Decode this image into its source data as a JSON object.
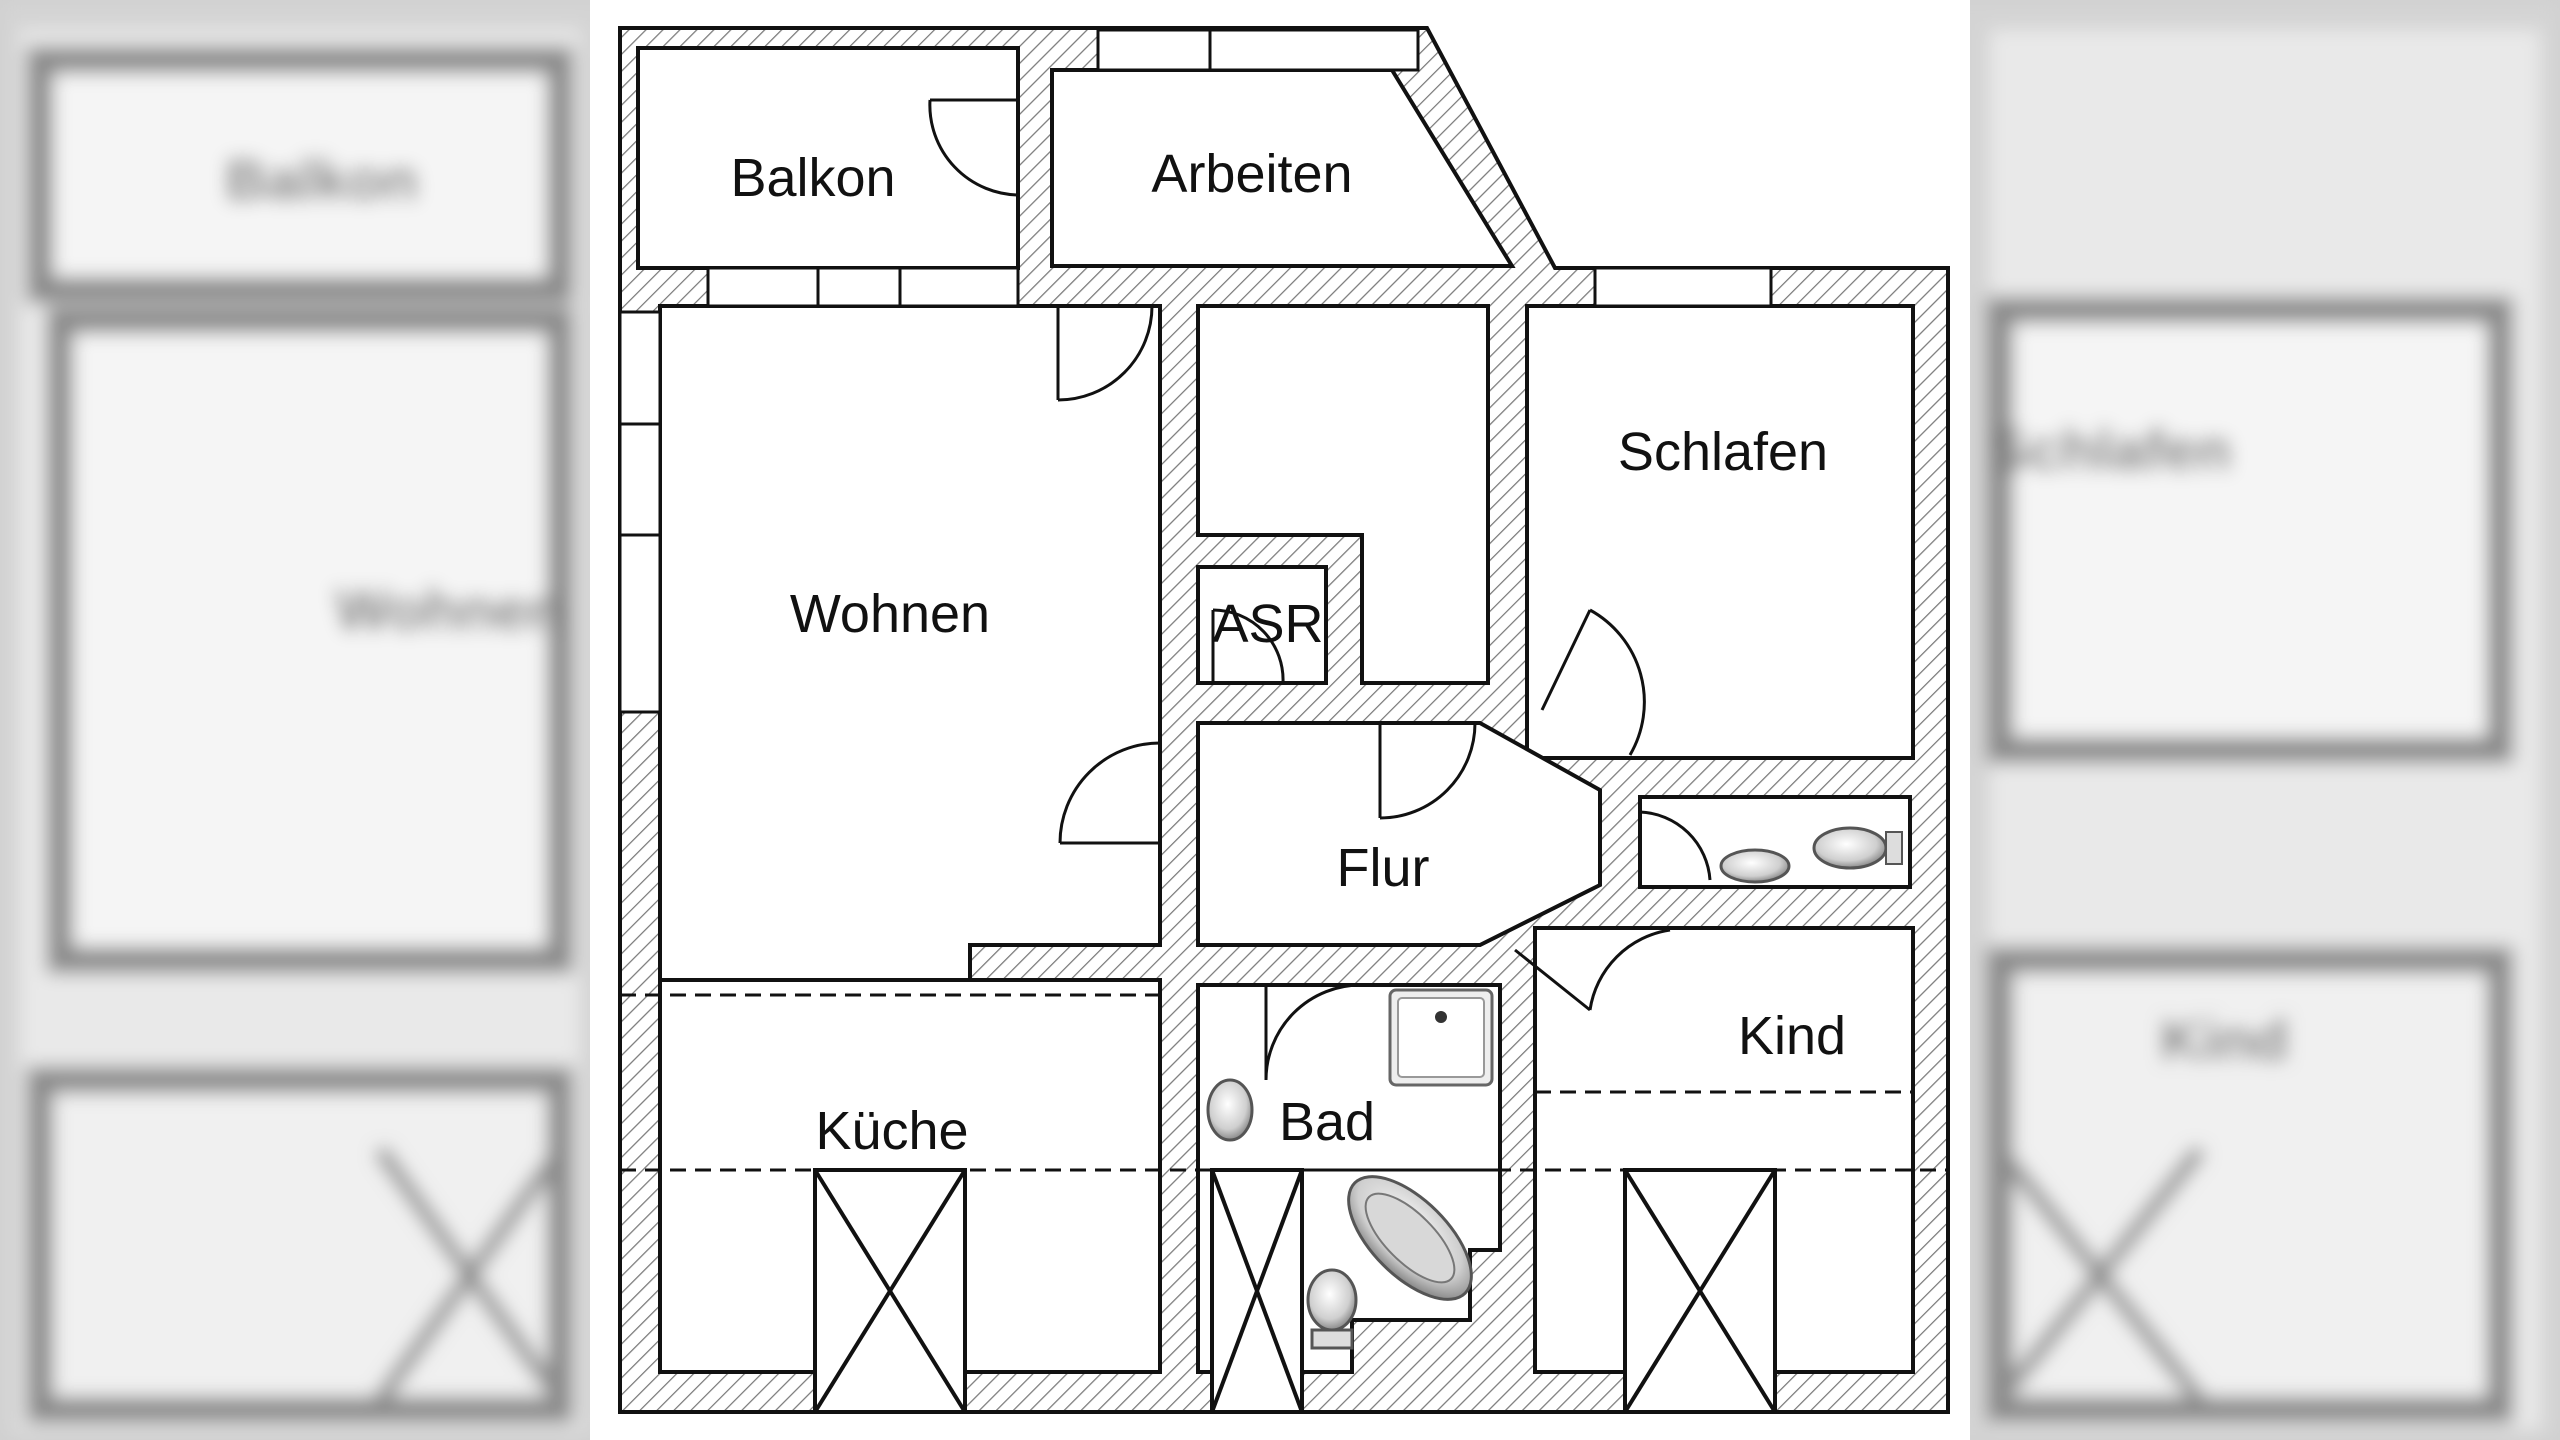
{
  "floor_plan": {
    "rooms": {
      "balkon": "Balkon",
      "arbeiten": "Arbeiten",
      "schlafen": "Schlafen",
      "wohnen": "Wohnen",
      "asr": "ASR",
      "flur": "Flur",
      "kind": "Kind",
      "kueche": "Küche",
      "bad": "Bad"
    }
  },
  "background_blur": {
    "left_top": "Balkon",
    "left_mid": "Wohnen",
    "right_top": "Schlafen",
    "right_mid": "Kind"
  },
  "colors": {
    "wall_line": "#111111",
    "hatch": "#7a7a7a",
    "paper": "#ffffff",
    "backdrop": "#cfcfcf"
  }
}
